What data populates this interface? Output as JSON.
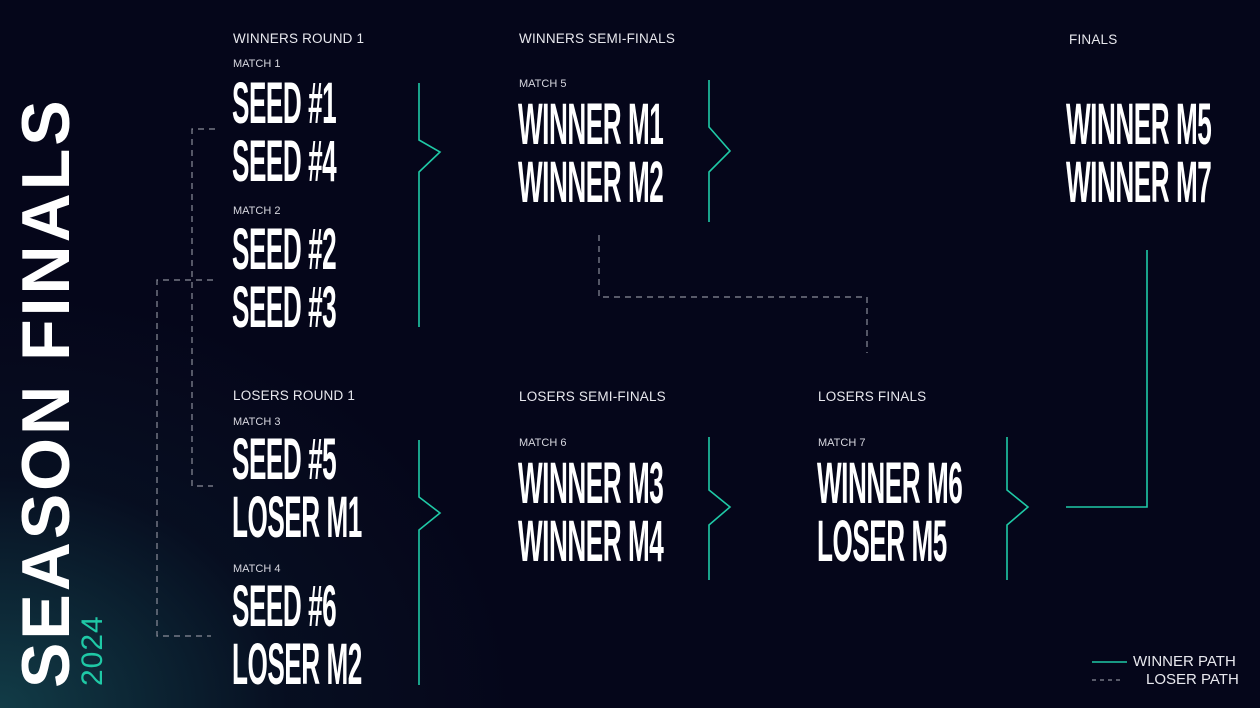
{
  "title": "SEASON FINALS",
  "year": "2024",
  "colors": {
    "winner_path": "#1fc9a6",
    "loser_path": "#8a8d99",
    "background": "#05061a"
  },
  "rounds": {
    "winners_round_1": {
      "label": "WINNERS ROUND 1",
      "matches": [
        {
          "label": "MATCH 1",
          "teams": [
            "SEED #1",
            "SEED #4"
          ]
        },
        {
          "label": "MATCH 2",
          "teams": [
            "SEED #2",
            "SEED #3"
          ]
        }
      ]
    },
    "winners_semi_finals": {
      "label": "WINNERS SEMI-FINALS",
      "matches": [
        {
          "label": "MATCH 5",
          "teams": [
            "WINNER M1",
            "WINNER M2"
          ]
        }
      ]
    },
    "finals": {
      "label": "FINALS",
      "matches": [
        {
          "teams": [
            "WINNER M5",
            "WINNER M7"
          ]
        }
      ]
    },
    "losers_round_1": {
      "label": "LOSERS ROUND 1",
      "matches": [
        {
          "label": "MATCH 3",
          "teams": [
            "SEED #5",
            "LOSER M1"
          ]
        },
        {
          "label": "MATCH 4",
          "teams": [
            "SEED #6",
            "LOSER M2"
          ]
        }
      ]
    },
    "losers_semi_finals": {
      "label": "LOSERS SEMI-FINALS",
      "matches": [
        {
          "label": "MATCH 6",
          "teams": [
            "WINNER M3",
            "WINNER M4"
          ]
        }
      ]
    },
    "losers_finals": {
      "label": "LOSERS FINALS",
      "matches": [
        {
          "label": "MATCH 7",
          "teams": [
            "WINNER M6",
            "LOSER M5"
          ]
        }
      ]
    }
  },
  "legend": {
    "winner_path": "WINNER PATH",
    "loser_path": "LOSER PATH"
  }
}
